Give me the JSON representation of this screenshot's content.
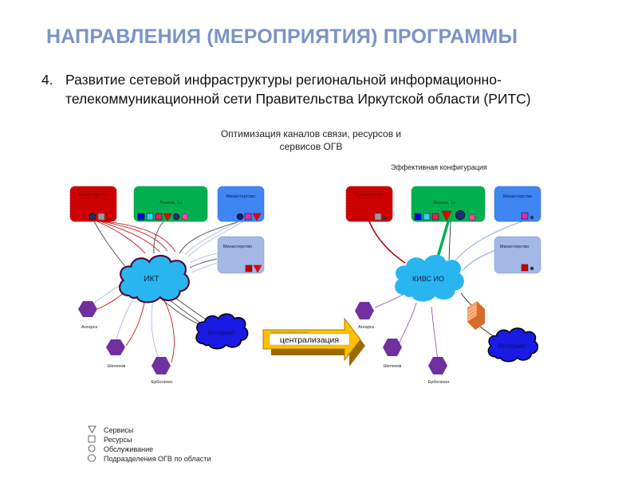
{
  "slide": {
    "title": "НАПРАВЛЕНИЯ (МЕРОПРИЯТИЯ) ПРОГРАММЫ",
    "item_number": "4.",
    "item_line1": "Развитие сетевой инфраструктуры региональной информационно-",
    "item_line2": "телекоммуникационной сети Правительства Иркутской области (РИТС)"
  },
  "diagram": {
    "caption_line1": "Оптимизация каналов связи, ресурсов и",
    "caption_line2": "сервисов ОГВ",
    "right_caption": "Эффективная конфигурация",
    "left": {
      "nodes": {
        "ministry_red": "Министерство",
        "lenina": "Ленина, 1а",
        "ministry_blue": "Министерство",
        "ministry_lightblue": "Министерство"
      },
      "cloud_main": "ИКТ",
      "cloud_internet": "Интернет",
      "regions": [
        "Ангарск",
        "Шелехов",
        "Ербогачен"
      ]
    },
    "arrow": {
      "label": "централизация",
      "faint_text": "Управление информационными и"
    },
    "right": {
      "nodes": {
        "ministry_red": "Министерство",
        "lenina": "Ленина, 1а",
        "ministry_blue": "Министерство",
        "ministry_lightblue": "Министерство"
      },
      "cloud_main": "КИВС ИО",
      "cloud_internet": "Интернет",
      "firewall": "firewall-icon",
      "regions": [
        "Ангарск",
        "Шелехов",
        "Ербогачен"
      ]
    },
    "colors": {
      "red_node": "#cc0000",
      "green_node": "#00b050",
      "blue_node": "#3f86f2",
      "lightblue_node": "#a4b8e6",
      "cloud_main": "#29b6f0",
      "cloud_internet": "#1a1ae6",
      "hexagon": "#7030a0",
      "arrow": "#ffc000"
    }
  },
  "legend": [
    {
      "icon": "triangle-down-icon",
      "label": "Сервисы"
    },
    {
      "icon": "square-icon",
      "label": "Ресурсы"
    },
    {
      "icon": "circle-icon",
      "label": "Обслуживание"
    },
    {
      "icon": "octagon-icon",
      "label": "Подразделения ОГВ по области"
    }
  ]
}
